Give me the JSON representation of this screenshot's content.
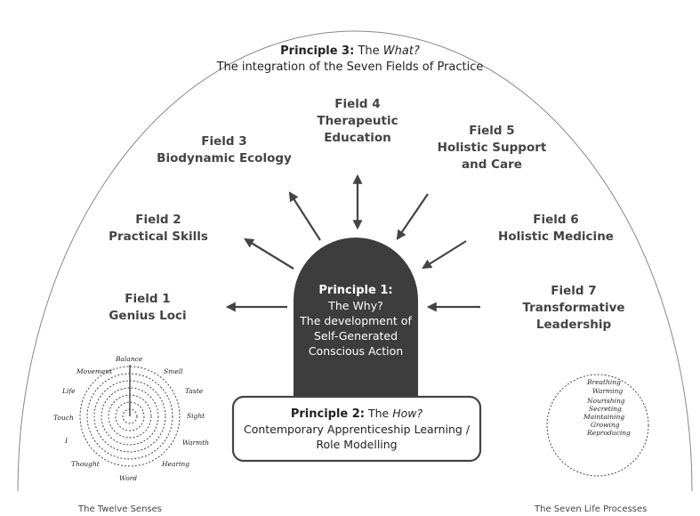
{
  "principle3": {
    "label": "Principle 3:",
    "the": "The",
    "question": "What?",
    "subtitle": "The integration of the Seven Fields of Practice"
  },
  "fields": [
    {
      "number": "Field 1",
      "name": "Genius Loci"
    },
    {
      "number": "Field 2",
      "name": "Practical Skills"
    },
    {
      "number": "Field 3",
      "name": "Biodynamic Ecology"
    },
    {
      "number": "Field 4",
      "name_line1": "Therapeutic",
      "name_line2": "Education"
    },
    {
      "number": "Field 5",
      "name_line1": "Holistic Support",
      "name_line2": "and Care"
    },
    {
      "number": "Field 6",
      "name": "Holistic Medicine"
    },
    {
      "number": "Field 7",
      "name_line1": "Transformative",
      "name_line2": "Leadership"
    }
  ],
  "principle1": {
    "label": "Principle 1:",
    "question": "The Why?",
    "line1": "The development of",
    "line2": "Self-Generated",
    "line3": "Conscious Action"
  },
  "principle2": {
    "label": "Principle 2:",
    "the": "The",
    "question": "How?",
    "line1": "Contemporary Apprenticeship Learning /",
    "line2": "Role Modelling"
  },
  "twelve_senses": {
    "caption": "The Twelve Senses",
    "labels": [
      "Balance",
      "Movement",
      "Life",
      "Touch",
      "I",
      "Thought",
      "Word",
      "Hearing",
      "Warmth",
      "Sight",
      "Taste",
      "Smell"
    ]
  },
  "life_processes": {
    "caption": "The Seven Life Processes",
    "labels": [
      "Breathing",
      "Warming",
      "Nourishing",
      "Secreting",
      "Maintaining",
      "Growing",
      "Reproducing"
    ]
  },
  "colors": {
    "arch": "#3d3d3d",
    "arrow": "#444444",
    "dome": "#888888"
  }
}
